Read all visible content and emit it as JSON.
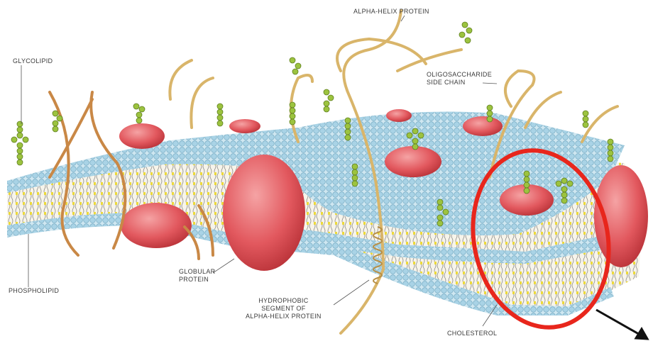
{
  "labels": {
    "glycolipid": "GLYCOLIPID",
    "alpha_helix_protein": "ALPHA-HELIX PROTEIN",
    "oligosaccharide": "OLIGOSACCHARIDE\nSIDE CHAIN",
    "globular_protein": "GLOBULAR\nPROTEIN",
    "phospholipid": "PHOSPHOLIPID",
    "hydrophobic_segment": "HYDROPHOBIC\nSEGMENT OF\nALPHA-HELIX PROTEIN",
    "cholesterol": "CHOLESTEROL"
  },
  "colors": {
    "head_blue": "#a9d3e6",
    "head_outline": "#6a9fb7",
    "protein": "#e2585e",
    "protein_light": "#f19a9b",
    "sugar": "#9cc33f",
    "cholesterol": "#ecd93a",
    "helix": "#d9b56a",
    "highlight": "#e8261c"
  },
  "icons": [
    "highlight-ellipse",
    "pointer-arrow"
  ]
}
